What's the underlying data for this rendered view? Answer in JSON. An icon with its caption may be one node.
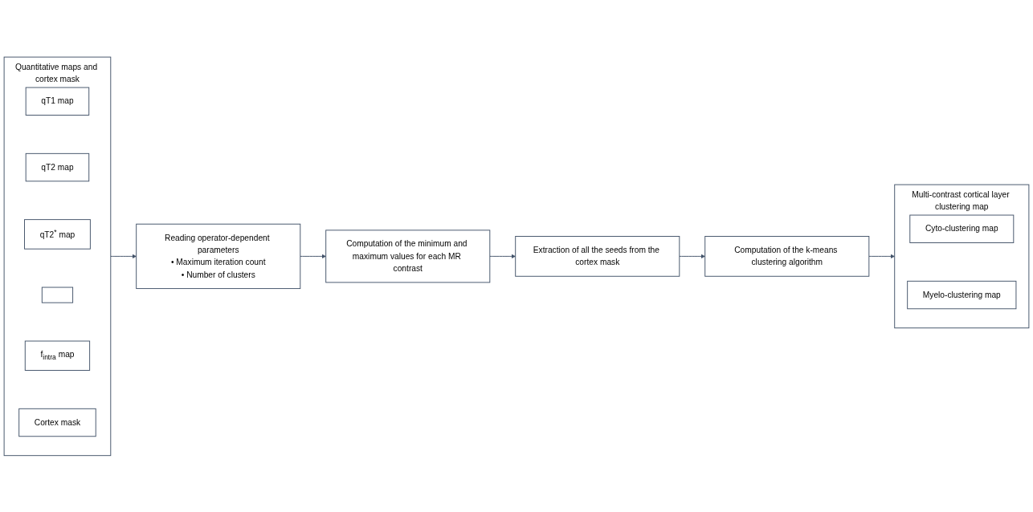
{
  "diagram": {
    "nodes": [
      {
        "text": [
          "Quantitative maps and cortex mask"
        ]
      },
      {
        "text": [
          "qT1 map"
        ],
        "in": 0
      },
      {
        "text": [
          "qT2 map"
        ],
        "in": 0
      },
      {
        "text": [
          "qT2$^{*}$ map"
        ],
        "in": 0
      },
      {
        "text": [],
        "shape": "box",
        "in": 0
      },
      {
        "text": [
          "f$_{intra}$ map"
        ],
        "in": 0
      },
      {
        "text": [
          "Cortex mask"
        ],
        "in": 0
      },
      {
        "text": [
          "Reading operator-dependent parameters",
          "• Maximum iteration count",
          "• Number of clusters"
        ]
      },
      {
        "text": [
          "Computation of the minimum and maximum values for each MR contrast"
        ]
      },
      {
        "text": [
          "Extraction of all the seeds from the cortex mask"
        ]
      },
      {
        "text": [
          "Computation of the k-means clustering algorithm"
        ]
      },
      {
        "text": [
          "Multi-contrast cortical layer clustering map"
        ]
      },
      {
        "text": [
          "Cyto-clustering map"
        ],
        "in": 11
      },
      {
        "text": [
          "Myelo-clustering map"
        ],
        "in": 11
      }
    ],
    "edges": [
      {
        "from": 0,
        "to": 7,
        "arrow": "to"
      },
      {
        "from": 7,
        "to": 8,
        "arrow": "to"
      },
      {
        "from": 8,
        "to": 9,
        "arrow": "to"
      },
      {
        "from": 9,
        "to": 10,
        "arrow": "to"
      },
      {
        "from": 10,
        "to": 11,
        "arrow": "to"
      }
    ]
  }
}
